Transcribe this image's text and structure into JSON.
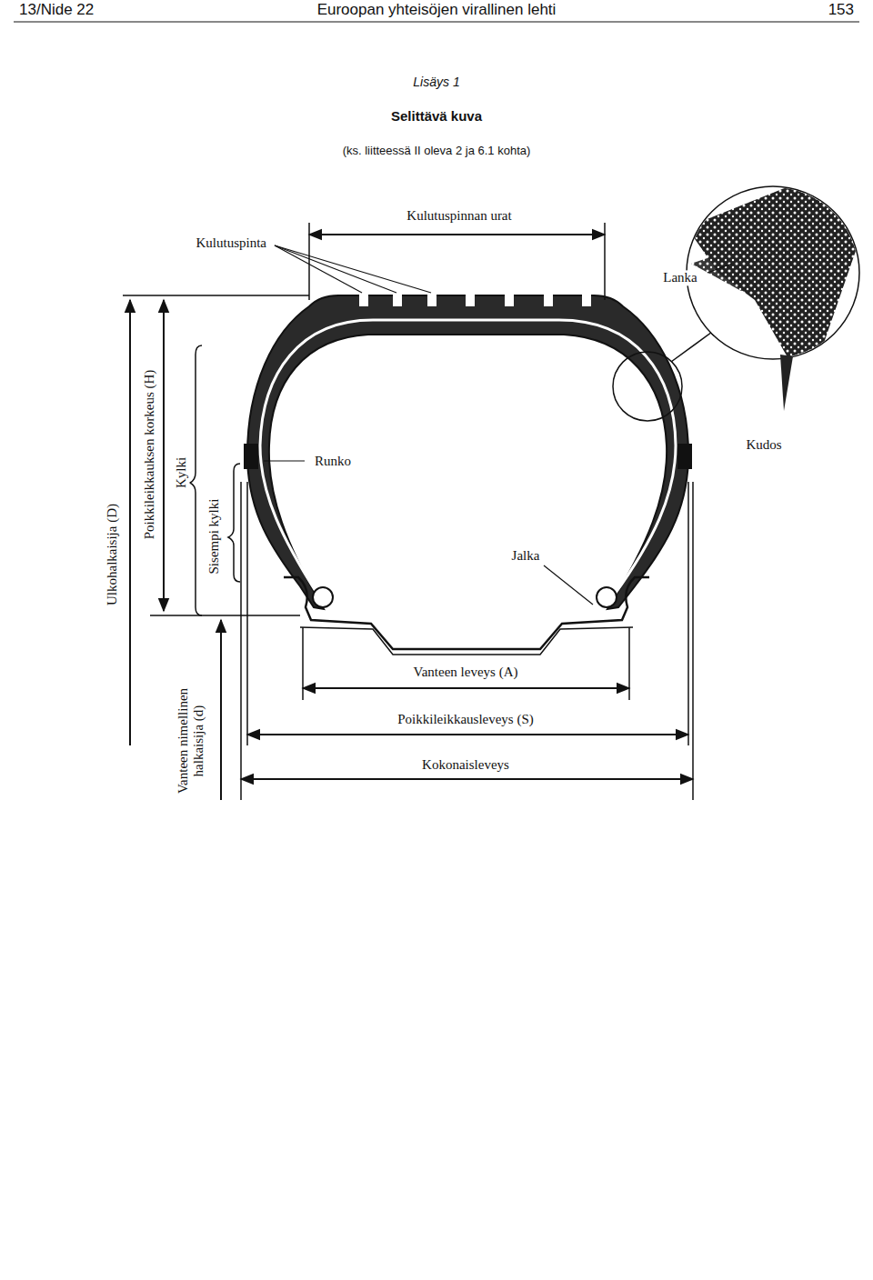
{
  "diagram": {
    "title": "Selittävä kuva",
    "labels": [
      "13/Nide 22",
      "Euroopan yhteisöjen virallinen lehti",
      "153",
      "Lisäys 1",
      "(ks. liitteessä II oleva 2 ja 6.1 kohta)",
      "Kulutuspinnan urat",
      "Kulutuspinta",
      "Lanka",
      "Kudos",
      "Runko",
      "Jalka",
      "Vanteen leveys (A)",
      "Poikkileikkausleveys (S)",
      "Kokonaisleveys",
      "Ulkohalkaisija (D)",
      "Poikkileikkauksen korkeus (H)",
      "Kylki",
      "Sisempi kylki",
      "Vanteen nimellinen halkaisija (d)"
    ]
  }
}
